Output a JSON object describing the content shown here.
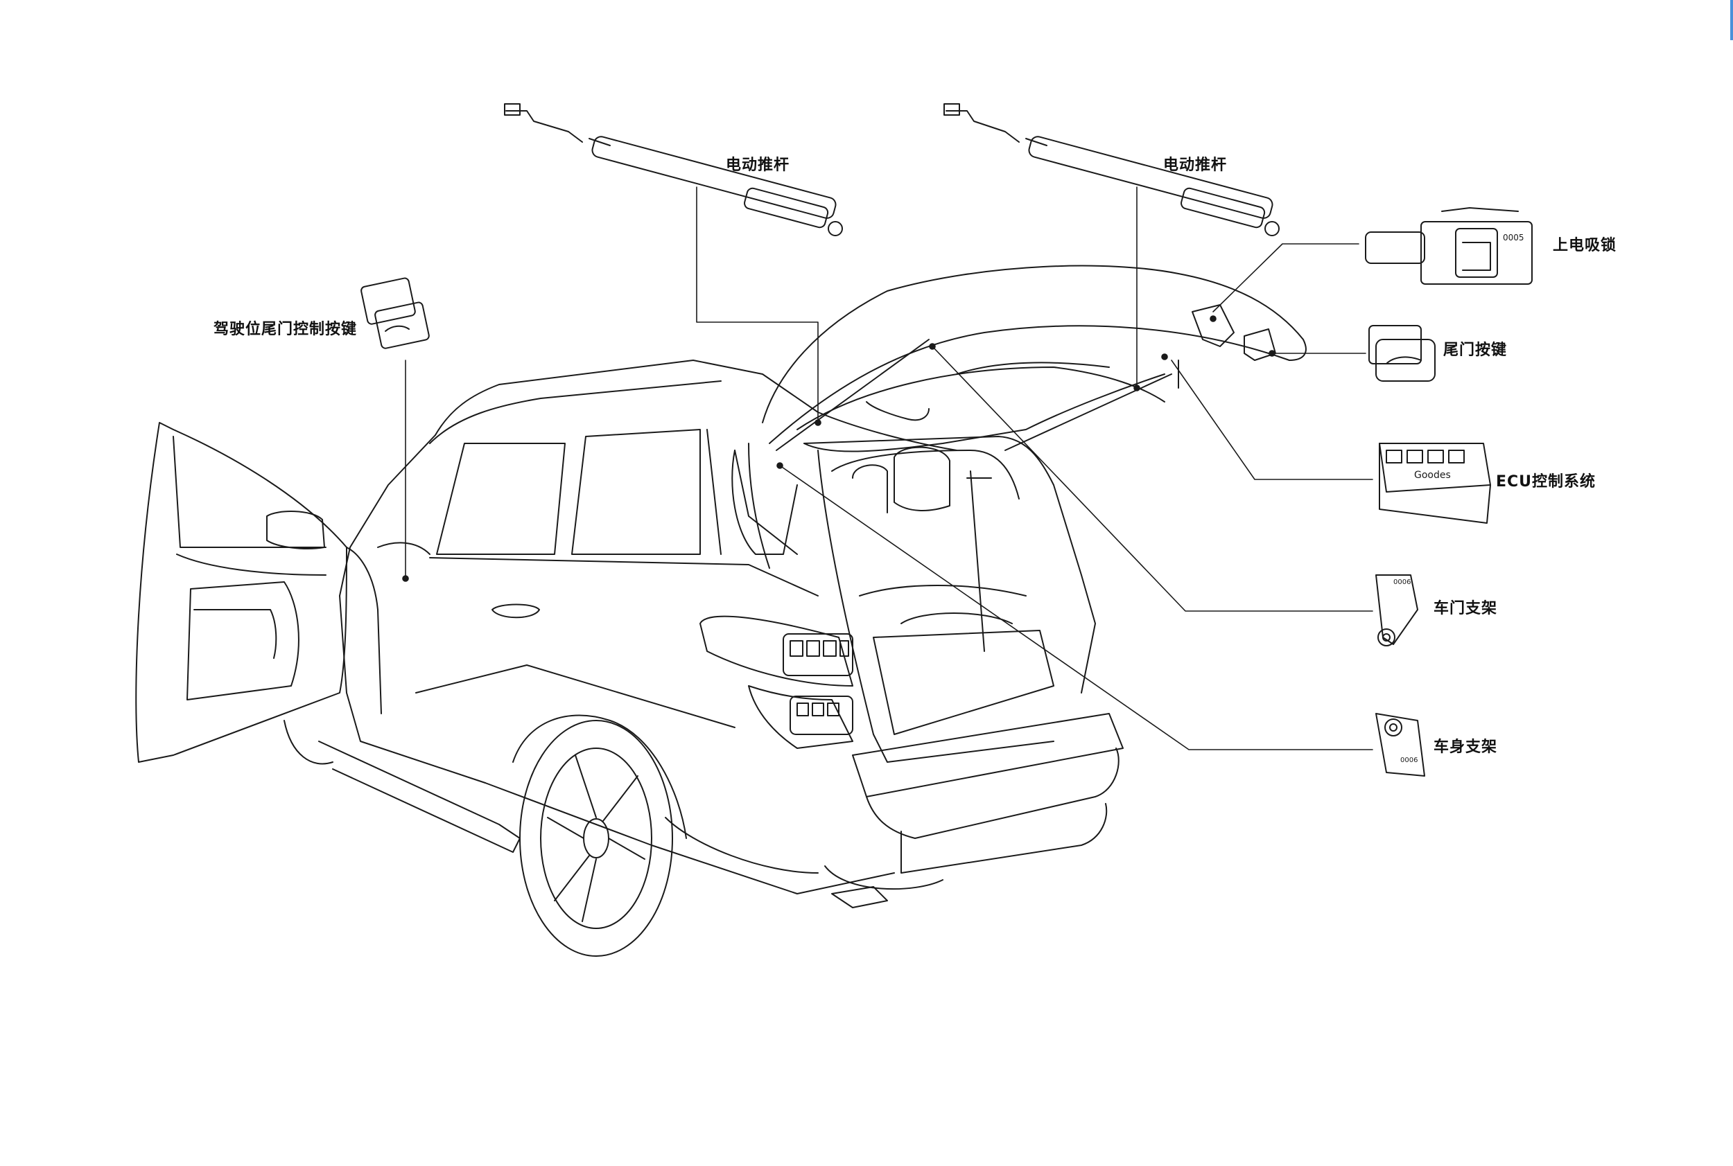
{
  "diagram": {
    "labels": {
      "strut_left": "电动推杆",
      "strut_right": "电动推杆",
      "driver_switch": "驾驶位尾门控制按键",
      "suction_lock": "上电吸锁",
      "tailgate_switch": "尾门按键",
      "ecu": "ECU控制系统",
      "door_bracket": "车门支架",
      "body_bracket": "车身支架"
    },
    "part_marks": {
      "lock_code": "0005",
      "ecu_brand": "Goodes",
      "bracket_code_1": "0006",
      "bracket_code_2": "0006"
    },
    "colors": {
      "line": "#1a1a1a",
      "background": "#ffffff",
      "accent_edge": "#4a90d9"
    }
  }
}
